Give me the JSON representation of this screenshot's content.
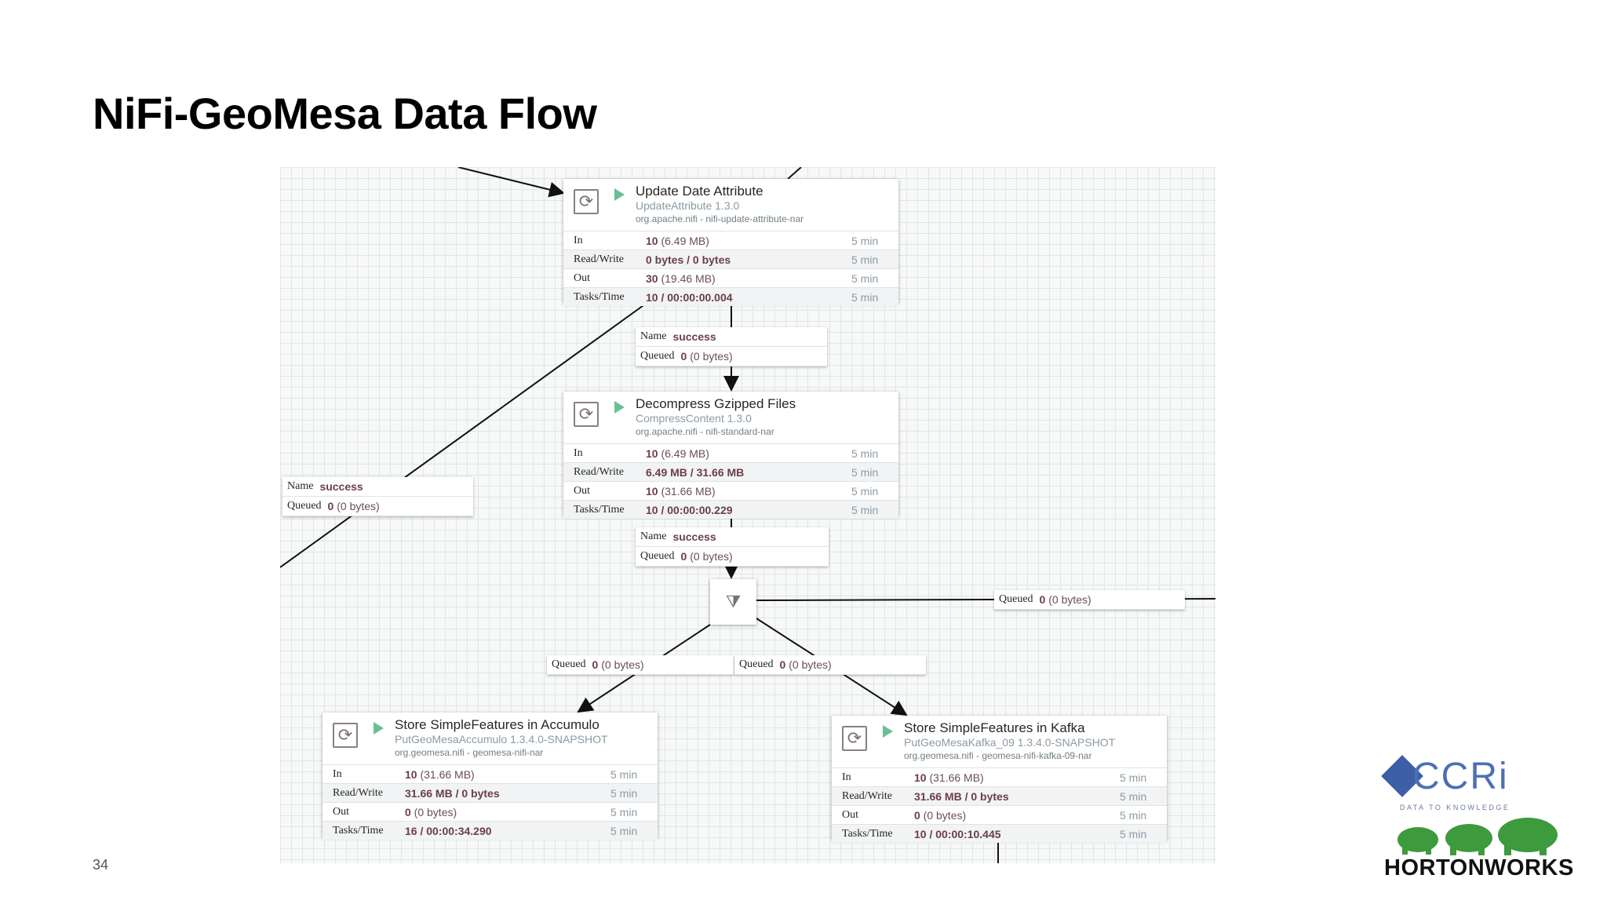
{
  "slide": {
    "title": "NiFi-GeoMesa Data Flow",
    "page_number": "34"
  },
  "processors": [
    {
      "name": "Update Date Attribute",
      "type": "UpdateAttribute 1.3.0",
      "bundle": "org.apache.nifi - nifi-update-attribute-nar",
      "stats": [
        {
          "label": "In",
          "bold": "10",
          "rest": " (6.49 MB)",
          "window": "5 min"
        },
        {
          "label": "Read/Write",
          "bold": "0 bytes / 0 bytes",
          "rest": "",
          "window": "5 min"
        },
        {
          "label": "Out",
          "bold": "30",
          "rest": " (19.46 MB)",
          "window": "5 min"
        },
        {
          "label": "Tasks/Time",
          "bold": "10 / 00:00:00.004",
          "rest": "",
          "window": "5 min"
        }
      ]
    },
    {
      "name": "Decompress Gzipped Files",
      "type": "CompressContent 1.3.0",
      "bundle": "org.apache.nifi - nifi-standard-nar",
      "stats": [
        {
          "label": "In",
          "bold": "10",
          "rest": " (6.49 MB)",
          "window": "5 min"
        },
        {
          "label": "Read/Write",
          "bold": "6.49 MB / 31.66 MB",
          "rest": "",
          "window": "5 min"
        },
        {
          "label": "Out",
          "bold": "10",
          "rest": " (31.66 MB)",
          "window": "5 min"
        },
        {
          "label": "Tasks/Time",
          "bold": "10 / 00:00:00.229",
          "rest": "",
          "window": "5 min"
        }
      ]
    },
    {
      "name": "Store SimpleFeatures in Accumulo",
      "type": "PutGeoMesaAccumulo 1.3.4.0-SNAPSHOT",
      "bundle": "org.geomesa.nifi - geomesa-nifi-nar",
      "stats": [
        {
          "label": "In",
          "bold": "10",
          "rest": " (31.66 MB)",
          "window": "5 min"
        },
        {
          "label": "Read/Write",
          "bold": "31.66 MB / 0 bytes",
          "rest": "",
          "window": "5 min"
        },
        {
          "label": "Out",
          "bold": "0",
          "rest": " (0 bytes)",
          "window": "5 min"
        },
        {
          "label": "Tasks/Time",
          "bold": "16 / 00:00:34.290",
          "rest": "",
          "window": "5 min"
        }
      ]
    },
    {
      "name": "Store SimpleFeatures in Kafka",
      "type": "PutGeoMesaKafka_09 1.3.4.0-SNAPSHOT",
      "bundle": "org.geomesa.nifi - geomesa-nifi-kafka-09-nar",
      "stats": [
        {
          "label": "In",
          "bold": "10",
          "rest": " (31.66 MB)",
          "window": "5 min"
        },
        {
          "label": "Read/Write",
          "bold": "31.66 MB / 0 bytes",
          "rest": "",
          "window": "5 min"
        },
        {
          "label": "Out",
          "bold": "0",
          "rest": " (0 bytes)",
          "window": "5 min"
        },
        {
          "label": "Tasks/Time",
          "bold": "10 / 00:00:10.445",
          "rest": "",
          "window": "5 min"
        }
      ]
    }
  ],
  "connections": [
    {
      "name_label": "Name",
      "name": "success",
      "queued_label": "Queued",
      "queued_bold": "0",
      "queued_rest": " (0 bytes)"
    },
    {
      "name_label": "Name",
      "name": "success",
      "queued_label": "Queued",
      "queued_bold": "0",
      "queued_rest": " (0 bytes)"
    },
    {
      "name_label": "Name",
      "name": "success",
      "queued_label": "Queued",
      "queued_bold": "0",
      "queued_rest": " (0 bytes)"
    },
    {
      "queued_label": "Queued",
      "queued_bold": "0",
      "queued_rest": " (0 bytes)"
    },
    {
      "queued_label": "Queued",
      "queued_bold": "0",
      "queued_rest": " (0 bytes)"
    },
    {
      "queued_label": "Queued",
      "queued_bold": "0",
      "queued_rest": " (0 bytes)"
    }
  ],
  "icons": {
    "processor": "processor-refresh-icon",
    "run": "play-icon",
    "funnel": "funnel-icon"
  },
  "colors": {
    "run_green": "#6cbf94",
    "value_text": "#6b3e48",
    "ccri_blue": "#3d5fa8",
    "hortonworks_green": "#3d9a3d"
  },
  "logos": {
    "ccri": "CCRi",
    "ccri_tagline": "DATA TO KNOWLEDGE",
    "hortonworks": "HORTONWORKS"
  }
}
